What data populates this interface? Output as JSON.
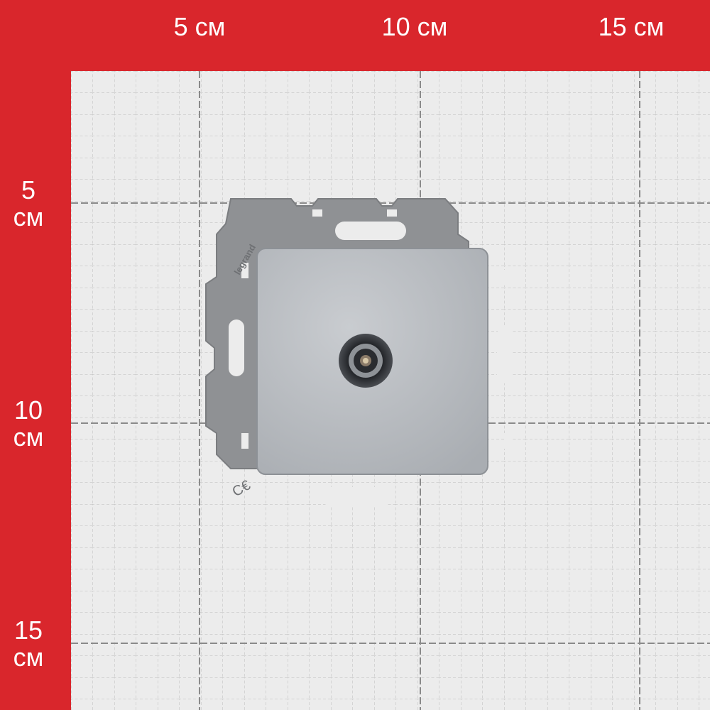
{
  "image_subject": "",
  "ruler": {
    "top": [
      {
        "num": "5",
        "unit": "см"
      },
      {
        "num": "10",
        "unit": "см"
      },
      {
        "num": "15",
        "unit": "см"
      }
    ],
    "left": [
      {
        "num": "5",
        "unit": "см"
      },
      {
        "num": "10",
        "unit": "см"
      },
      {
        "num": "15",
        "unit": "см"
      }
    ]
  },
  "device": {
    "brand_mark": "legrand",
    "frame_color": "#8f9194",
    "plate_color": "#b8bcc0",
    "connector_color": "#2a2c30"
  },
  "colors": {
    "background_red": "#d9262c",
    "grid_paper": "#ececec",
    "grid_major": "#7a7a7a",
    "grid_minor": "#b9b9b9"
  }
}
